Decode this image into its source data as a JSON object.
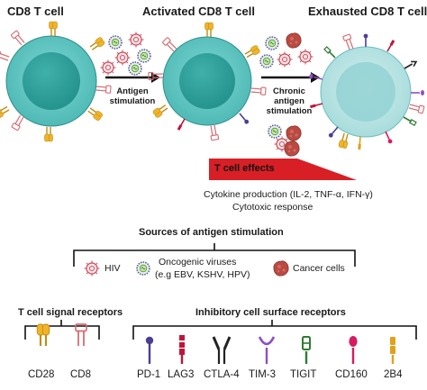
{
  "cells": {
    "naive": "CD8 T cell",
    "activated": "Activated CD8 T cell",
    "exhausted": "Exhausted CD8 T cell"
  },
  "arrows": {
    "antigen_line1": "Antigen",
    "antigen_line2": "stimulation",
    "chronic_line1": "Chronic",
    "chronic_line2": "antigen",
    "chronic_line3": "stimulation"
  },
  "effects": {
    "title": "T cell effects",
    "line1": "Cytokine production (IL-2, TNF-α, IFN-γ)",
    "line2": "Cytotoxic response",
    "color": "#d81f26"
  },
  "sources": {
    "title": "Sources of antigen stimulation",
    "hiv": "HIV",
    "oncogenic_line1": "Oncogenic viruses",
    "oncogenic_line2": "(e.g EBV, KSHV,  HPV)",
    "cancer": "Cancer cells"
  },
  "signal": {
    "title": "T cell signal receptors",
    "items": [
      "CD28",
      "CD8"
    ]
  },
  "inhibitory": {
    "title": "Inhibitory cell surface receptors",
    "items": [
      "PD-1",
      "LAG3",
      "CTLA-4",
      "TIM-3",
      "TIGIT",
      "CD160",
      "2B4"
    ]
  },
  "colors": {
    "cell_outer": "#5fc7c3",
    "cell_inner": "#2a9c97",
    "exhausted_outer": "#b9e3e3",
    "exhausted_inner": "#8fcfd0",
    "cd28": "#f0b429",
    "cd8": "#e8878c",
    "pd1": "#4a3f91",
    "lag3": "#c0143c",
    "ctla4": "#222222",
    "tim3": "#8e4fc2",
    "tigit": "#2e7d32",
    "cd160": "#d81b60",
    "b2b4": "#e0a21a",
    "virus_hiv": "#c9495a",
    "virus_onco": "#5b53b5",
    "cancer": "#b94a42"
  }
}
